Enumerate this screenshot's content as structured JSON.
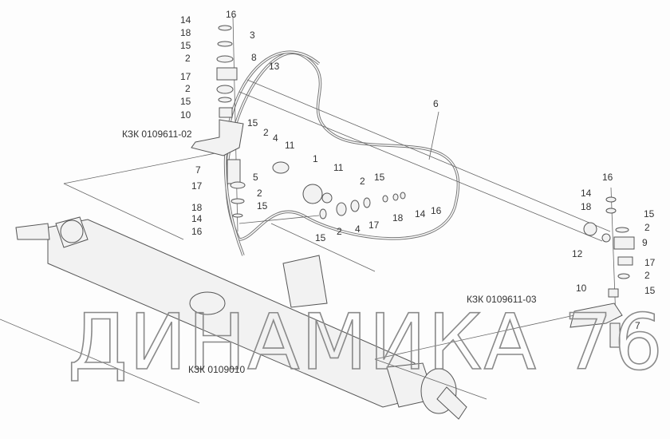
{
  "diagram": {
    "watermark": "ДИНАМИКА 76",
    "assemblies": {
      "left_knuckle": "КЗК 0109611-02",
      "right_knuckle": "КЗК 0109611-03",
      "axle_beam": "КЗК 0109010"
    },
    "callouts": [
      "16",
      "14",
      "18",
      "3",
      "15",
      "2",
      "8",
      "13",
      "17",
      "2",
      "15",
      "10",
      "15",
      "2",
      "4",
      "11",
      "7",
      "5",
      "17",
      "2",
      "15",
      "18",
      "14",
      "16",
      "1",
      "6",
      "11",
      "2",
      "15",
      "15",
      "2",
      "4",
      "17",
      "18",
      "14",
      "16",
      "16",
      "14",
      "18",
      "15",
      "2",
      "9",
      "12",
      "17",
      "2",
      "15",
      "10",
      "7"
    ]
  }
}
